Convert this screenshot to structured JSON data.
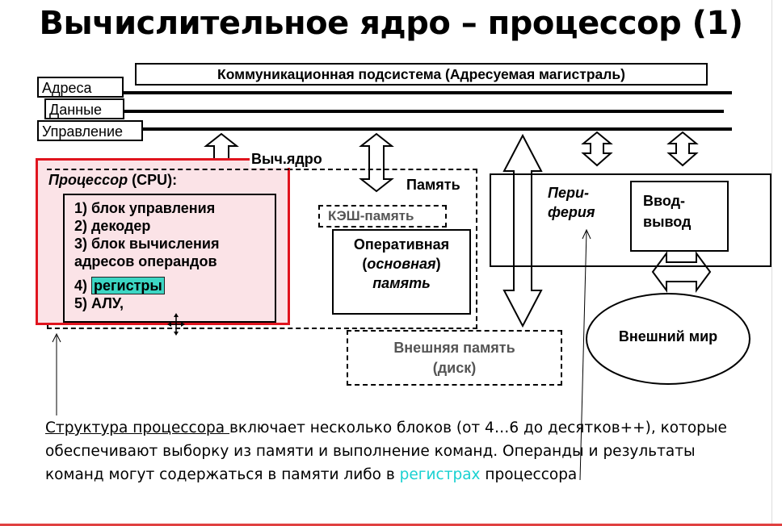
{
  "title": "Вычислительное ядро – процессор (1)",
  "bus": {
    "title": "Коммуникационная подсистема  (Адресуемая магистраль)",
    "lines": [
      "Адреса",
      "Данные",
      "Управление"
    ]
  },
  "core_label": "Выч.ядро",
  "cpu": {
    "label_italic": "Процессор",
    "label_rest": " (CPU):",
    "items": [
      "1) блок управления",
      "2) декодер",
      "3) блок вычисления",
      "адресов операндов",
      "4) ",
      "5) АЛУ,"
    ],
    "registers": "регистры"
  },
  "memory": {
    "label": "Память",
    "cache": "КЭШ-память",
    "ram_line1": "Оперативная",
    "ram_open": "(",
    "ram_italic": "основная",
    "ram_close": ")",
    "ram_line3": "память",
    "external_line1": "Внешняя память",
    "external_line2": "(диск)"
  },
  "periphery": {
    "label_line1": "Пери-",
    "label_line2": "ферия",
    "io_line1": "Ввод-",
    "io_line2": "вывод",
    "world": "Внешний мир"
  },
  "text": {
    "link": "Структура процессора ",
    "part1": "включает несколько блоков (от 4…6 до десятков++), которые обеспечивают выборку из памяти и выполнение команд. Операнды и результаты команд могут содержаться в памяти либо в ",
    "reg_word": "регистрах",
    "part2": " процессора"
  },
  "colors": {
    "cpu_border": "#e0141e",
    "cpu_fill": "#fbe3e7",
    "registers_highlight": "#3cd6c4",
    "registers_text_link": "#19d1d1"
  }
}
